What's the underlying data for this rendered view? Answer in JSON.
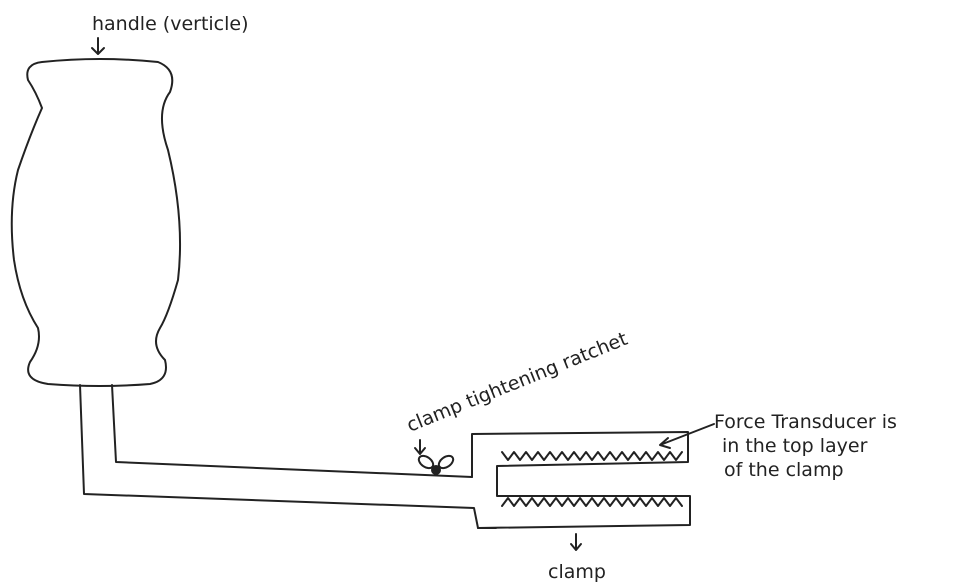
{
  "labels": {
    "handle": "handle (verticle)",
    "ratchet": "clamp tightening ratchet",
    "transducer": [
      "Force Transducer is",
      "in the top layer",
      "of the clamp"
    ],
    "clamp": "clamp"
  },
  "colors": {
    "ink": "#222222",
    "background": "#ffffff"
  }
}
